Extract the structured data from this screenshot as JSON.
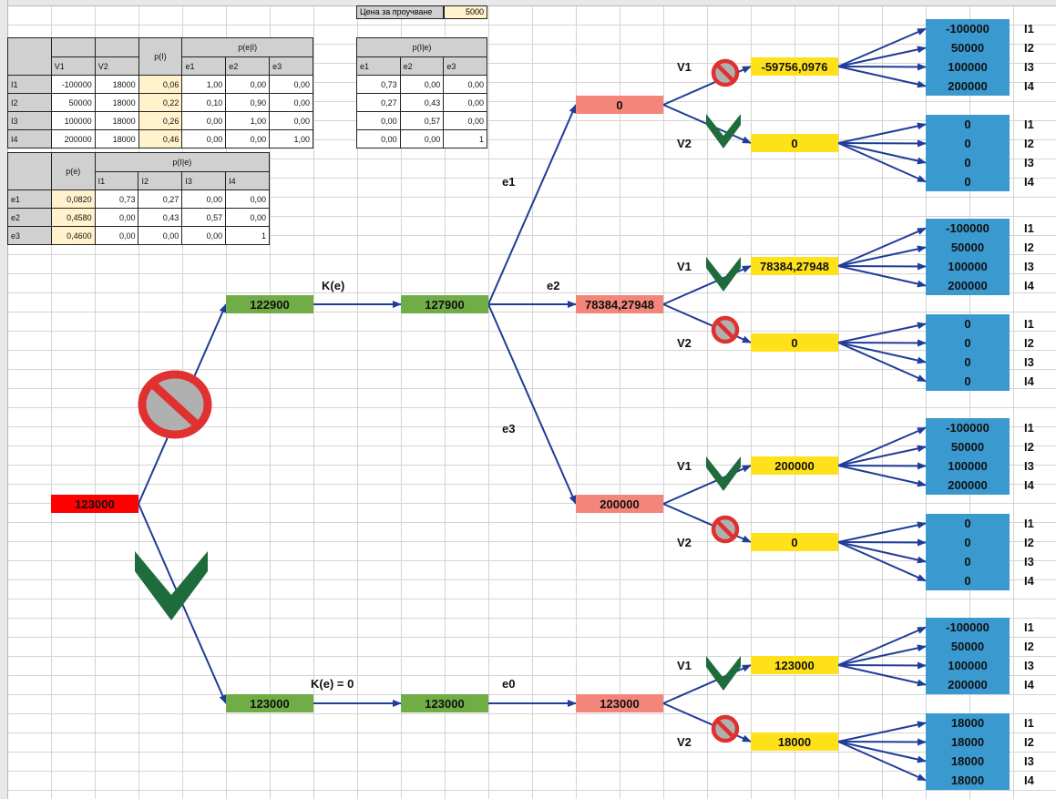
{
  "study_price": {
    "label": "Цена за проучване",
    "value": "5000"
  },
  "table1": {
    "header": {
      "v1": "V1",
      "v2": "V2",
      "pl": "p(I)",
      "pel": "p(e|I)",
      "e1": "e1",
      "e2": "e2",
      "e3": "e3"
    },
    "rows": [
      {
        "label": "I1",
        "v1": "-100000",
        "v2": "18000",
        "p": "0,06",
        "e1": "1,00",
        "e2": "0,00",
        "e3": "0,00"
      },
      {
        "label": "I2",
        "v1": "50000",
        "v2": "18000",
        "p": "0,22",
        "e1": "0,10",
        "e2": "0,90",
        "e3": "0,00"
      },
      {
        "label": "I3",
        "v1": "100000",
        "v2": "18000",
        "p": "0,26",
        "e1": "0,00",
        "e2": "1,00",
        "e3": "0,00"
      },
      {
        "label": "I4",
        "v1": "200000",
        "v2": "18000",
        "p": "0,46",
        "e1": "0,00",
        "e2": "0,00",
        "e3": "1,00"
      }
    ]
  },
  "table2": {
    "header": {
      "pe": "p(e)",
      "pie": "p(I|e)",
      "i1": "I1",
      "i2": "I2",
      "i3": "I3",
      "i4": "I4"
    },
    "rows": [
      {
        "label": "e1",
        "p": "0,0820",
        "i1": "0,73",
        "i2": "0,27",
        "i3": "0,00",
        "i4": "0,00"
      },
      {
        "label": "e2",
        "p": "0,4580",
        "i1": "0,00",
        "i2": "0,43",
        "i3": "0,57",
        "i4": "0,00"
      },
      {
        "label": "e3",
        "p": "0,4600",
        "i1": "0,00",
        "i2": "0,00",
        "i3": "0,00",
        "i4": "1"
      }
    ]
  },
  "table3": {
    "header": {
      "title": "p(I|e)",
      "e1": "e1",
      "e2": "e2",
      "e3": "e3"
    },
    "rows": [
      {
        "e1": "0,73",
        "e2": "0,00",
        "e3": "0,00"
      },
      {
        "e1": "0,27",
        "e2": "0,43",
        "e3": "0,00"
      },
      {
        "e1": "0,00",
        "e2": "0,57",
        "e3": "0,00"
      },
      {
        "e1": "0,00",
        "e2": "0,00",
        "e3": "1"
      }
    ]
  },
  "tree": {
    "root": "123000",
    "study_branch": {
      "node1": "122900",
      "cost_label": "K(e)",
      "node2": "127900"
    },
    "nostudy_branch": {
      "node1": "123000",
      "cost_label": "K(e) = 0",
      "node2": "123000",
      "edge_label": "e0"
    },
    "signals": [
      {
        "label": "e1",
        "value": "0"
      },
      {
        "label": "e2",
        "value": "78384,27948"
      },
      {
        "label": "e3",
        "value": "200000"
      },
      {
        "label": "e0",
        "value": "123000"
      }
    ],
    "decisions": [
      {
        "label": "V1",
        "value": "-59756,0976",
        "mark": "reject",
        "outcomes": [
          "-100000",
          "50000",
          "100000",
          "200000"
        ]
      },
      {
        "label": "V2",
        "value": "0",
        "mark": "accept",
        "outcomes": [
          "0",
          "0",
          "0",
          "0"
        ]
      },
      {
        "label": "V1",
        "value": "78384,27948",
        "mark": "accept",
        "outcomes": [
          "-100000",
          "50000",
          "100000",
          "200000"
        ]
      },
      {
        "label": "V2",
        "value": "0",
        "mark": "reject",
        "outcomes": [
          "0",
          "0",
          "0",
          "0"
        ]
      },
      {
        "label": "V1",
        "value": "200000",
        "mark": "accept",
        "outcomes": [
          "-100000",
          "50000",
          "100000",
          "200000"
        ]
      },
      {
        "label": "V2",
        "value": "0",
        "mark": "reject",
        "outcomes": [
          "0",
          "0",
          "0",
          "0"
        ]
      },
      {
        "label": "V1",
        "value": "123000",
        "mark": "accept",
        "outcomes": [
          "-100000",
          "50000",
          "100000",
          "200000"
        ]
      },
      {
        "label": "V2",
        "value": "18000",
        "mark": "reject",
        "outcomes": [
          "18000",
          "18000",
          "18000",
          "18000"
        ]
      }
    ],
    "state_labels": [
      "I1",
      "I2",
      "I3",
      "I4"
    ]
  },
  "colors": {
    "root": "#ff0000",
    "green": "#70ad47",
    "salmon": "#f4857a",
    "yellow": "#ffe11a",
    "blue": "#3a9ad0",
    "line": "#1f3c99",
    "check": "#1e6b3c",
    "forbid": "#e03030"
  }
}
